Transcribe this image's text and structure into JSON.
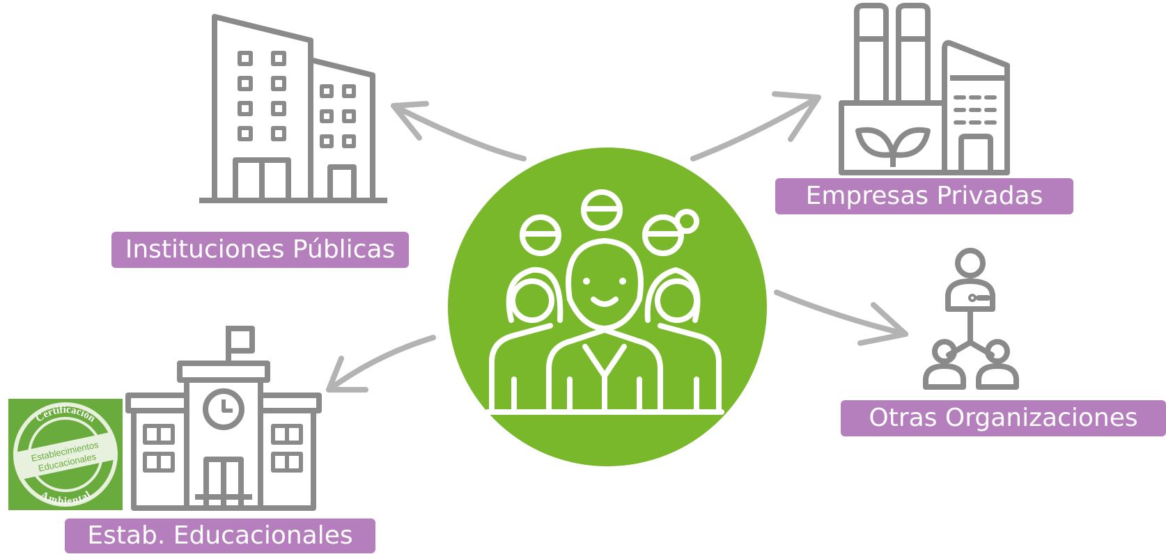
{
  "diagram": {
    "nodes": {
      "instituciones": {
        "label": "Instituciones Públicas",
        "icon": "office-building-icon"
      },
      "empresas": {
        "label": "Empresas Privadas",
        "icon": "factory-icon"
      },
      "otras": {
        "label": "Otras Organizaciones",
        "icon": "network-people-icon"
      },
      "estab": {
        "label": "Estab. Educacionales",
        "icon": "school-building-icon"
      }
    },
    "center": {
      "icon": "community-group-icon",
      "color": "#78b82a"
    },
    "badge": {
      "arc_top": "Certificación",
      "line1": "Establecimientos",
      "line2": "Educacionales",
      "arc_bottom": "Ambiental",
      "color": "#6aab3e"
    },
    "colors": {
      "label_bg": "#b57fbd",
      "icon_gray": "#8a8a8a",
      "arrow": "#b3b3b3"
    }
  }
}
